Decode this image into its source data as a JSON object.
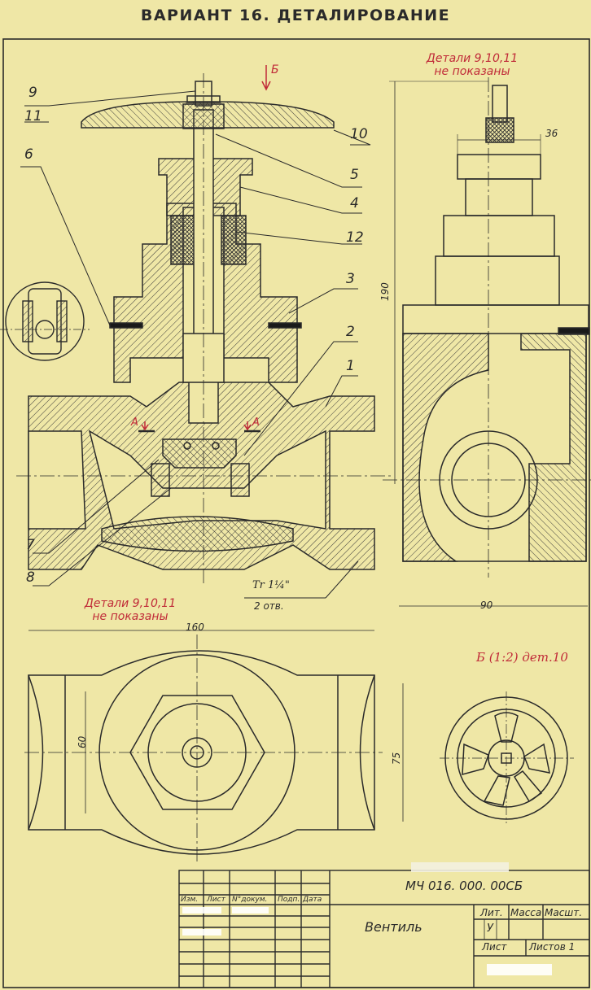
{
  "title": "ВАРИАНТ 16. ДЕТАЛИРОВАНИЕ",
  "notes": {
    "hidden_parts_top_line1": "Детали 9,10,11",
    "hidden_parts_top_line2": "не показаны",
    "hidden_parts_mid_line1": "Детали 9,10,11",
    "hidden_parts_mid_line2": "не показаны",
    "view_b": "Б (1:2) дет.10",
    "view_arrow": "Б",
    "section_left": "А",
    "section_right": "А"
  },
  "part_numbers": [
    "9",
    "11",
    "10",
    "6",
    "5",
    "4",
    "12",
    "3",
    "2",
    "1",
    "7",
    "8"
  ],
  "dimensions": {
    "width_36": "36",
    "height_190": "190",
    "width_90": "90",
    "length_160": "160",
    "height_60": "60",
    "height_75": "75",
    "thread": "Tr  1¼\"",
    "thread_count": "2 отв."
  },
  "title_block": {
    "designation": "МЧ  016. 000. 00СБ",
    "name": "Вентиль",
    "col_izm": "Изм.",
    "col_list": "Лист",
    "col_doc": "N°докум.",
    "col_sign": "Подп.",
    "col_date": "Дата",
    "lit": "Лит.",
    "mass": "Масса",
    "scale": "Масшт.",
    "lit_value": "У",
    "sheet": "Лист",
    "sheets": "Листов 1"
  }
}
